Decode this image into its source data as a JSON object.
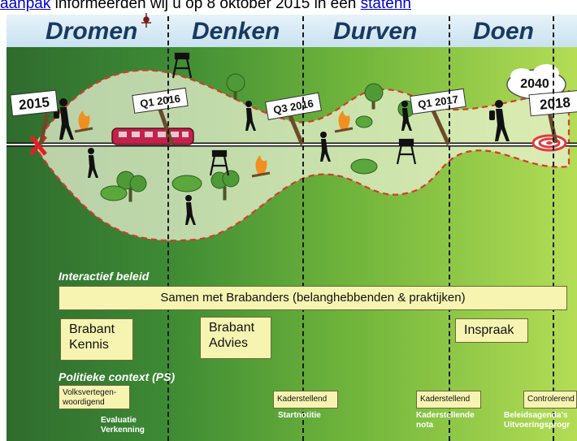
{
  "top_text": {
    "link1": "aanpak",
    "middle": " informeerden wij u op 8 oktober 2015 in een ",
    "link2": "statenn"
  },
  "phases": [
    "Dromen",
    "Denken",
    "Durven",
    "Doen"
  ],
  "timeline": {
    "start_year": "2015",
    "end_year": "2018",
    "cloud_year": "2040",
    "milestones": [
      "Q1 2016",
      "Q3 2016",
      "Q1 2017"
    ]
  },
  "section_interactive": "Interactief beleid",
  "banner": "Samen met Brabanders (belanghebbenden & praktijken)",
  "boxes": {
    "kennis": [
      "Brabant",
      "Kennis"
    ],
    "advies": [
      "Brabant",
      "Advies"
    ],
    "inspraak": "Inspraak"
  },
  "section_political": "Politieke context (PS)",
  "political_boxes": {
    "volksvertegenwoordigend": [
      "Volksvertegen-",
      "woordigend"
    ],
    "kaderstellend_1": "Kaderstellend",
    "kaderstellend_2": "Kaderstellend",
    "controlerend": "Controlerend"
  },
  "political_notes": {
    "evaluatie": [
      "Evaluatie",
      "Verkenning"
    ],
    "startnotitie": "Startnotitie",
    "kaderstellende": [
      "Kaderstellende",
      "nota"
    ],
    "beleidsagenda": [
      "Beleidsagenda's",
      "Uitvoeringsprogr"
    ]
  },
  "colors": {
    "heading": "#173a63",
    "green_dark": "#2f6b2e",
    "green_light": "#a9d84e",
    "sky": "#dfeef7",
    "note_yellow": "#f7f4b2",
    "path_red": "#d63a2b",
    "train": "#c0234a"
  }
}
